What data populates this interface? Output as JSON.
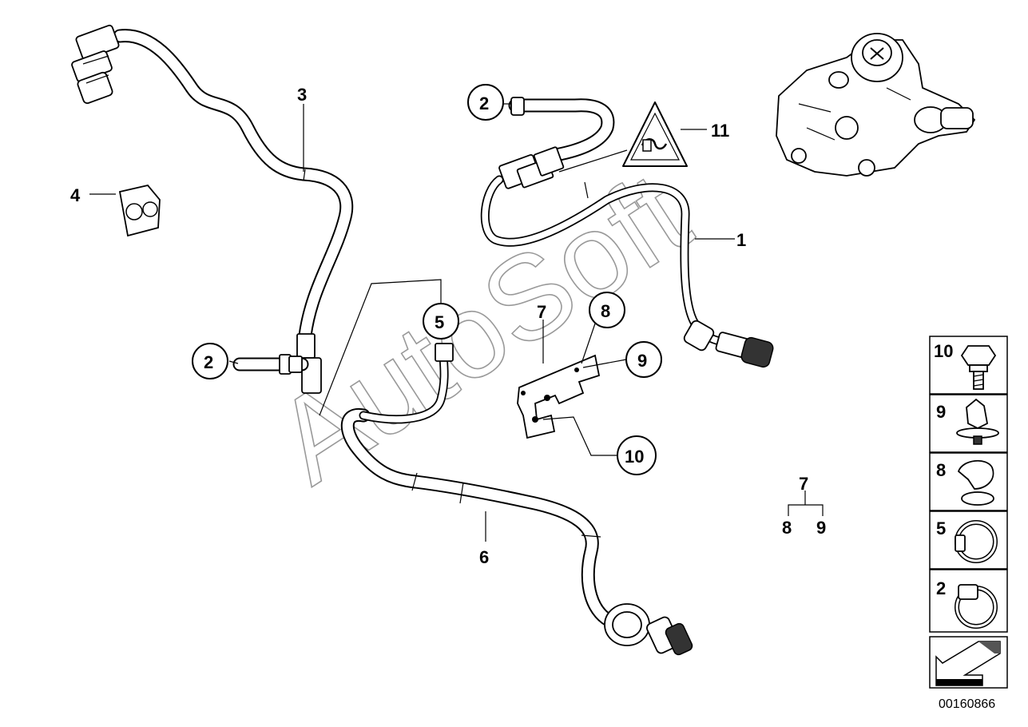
{
  "watermark": "AutoSoft",
  "document_number": "00160866",
  "callouts": {
    "c1": "1",
    "c2a": "2",
    "c2b": "2",
    "c3": "3",
    "c4": "4",
    "c5": "5",
    "c6": "6",
    "c7": "7",
    "c8": "8",
    "c9": "9",
    "c10": "10",
    "c11": "11"
  },
  "group": {
    "top": "7",
    "left": "8",
    "right": "9"
  },
  "legend": [
    {
      "number": "10",
      "icon": "hex-bolt-icon"
    },
    {
      "number": "9",
      "icon": "expanding-rivet-clip-icon"
    },
    {
      "number": "8",
      "icon": "hose-clip-icon"
    },
    {
      "number": "5",
      "icon": "spring-band-clamp-icon"
    },
    {
      "number": "2",
      "icon": "worm-drive-clamp-icon"
    }
  ],
  "nav_icon": "direction-arrow-icon"
}
